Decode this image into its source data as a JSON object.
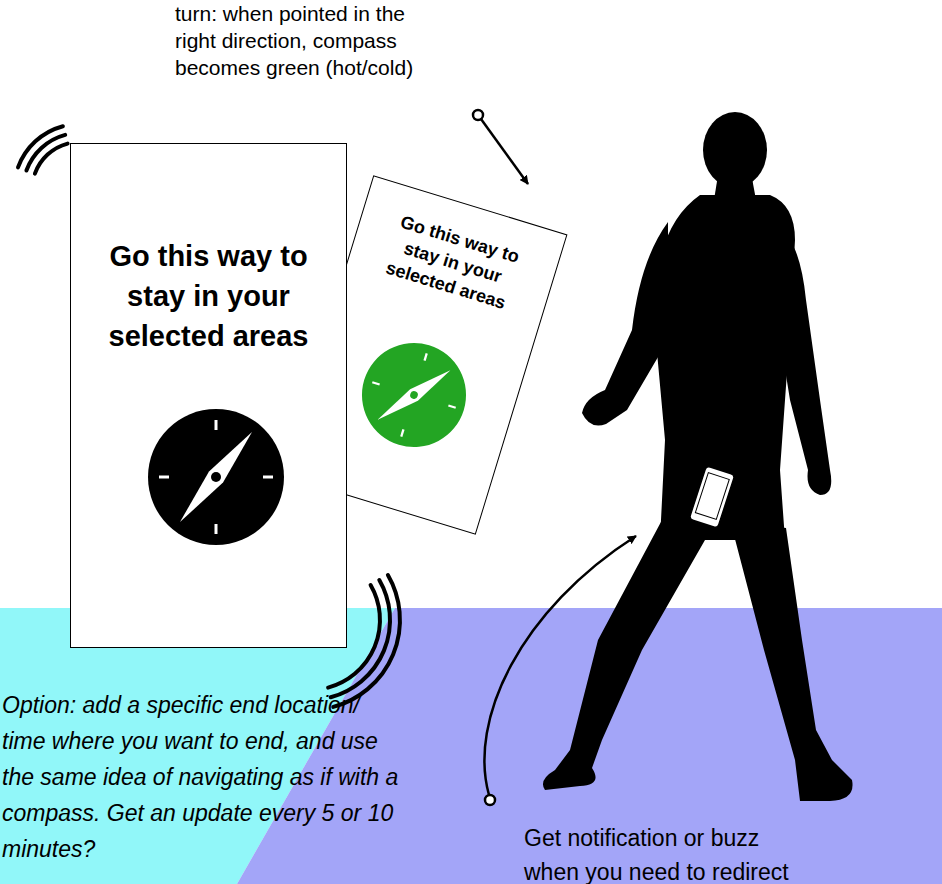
{
  "diagram": {
    "nodes": [
      {
        "text": [
          "Go this way to stay in your selected areas"
        ]
      },
      {
        "text": [
          "Go this way to stay in your selected areas"
        ]
      }
    ],
    "labels": [
      "turn: when pointed in the right direction, compass becomes green (hot/cold)",
      "Option: add a specific end location/ time where you want to end, and use the same idea of navigating as if with a compass. Get an update every 5 or 10 minutes?",
      "Get notification or buzz when you need to redirect"
    ]
  }
}
